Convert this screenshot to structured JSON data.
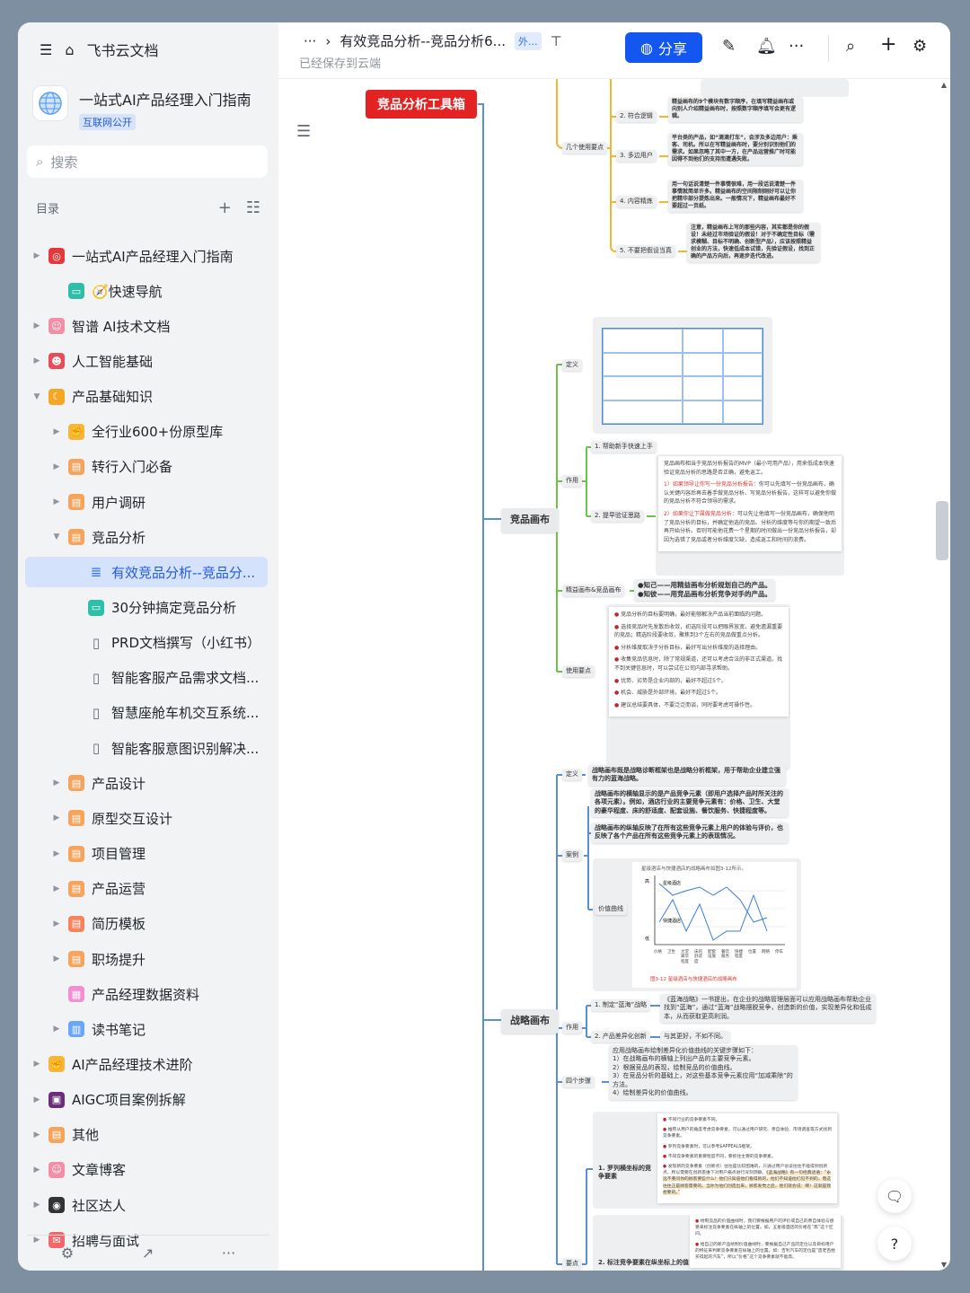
{
  "sidebar": {
    "home_label": "飞书云文档",
    "workspace": {
      "title": "一站式AI产品经理入门指南",
      "badge": "互联网公开"
    },
    "search_placeholder": "搜索",
    "toc_label": "目录",
    "items": [
      {
        "label": "一站式AI产品经理入门指南",
        "level": 0,
        "arrow": "right",
        "icon": "target-icon",
        "color": "#e4393c"
      },
      {
        "label": "🧭快速导航",
        "level": 1,
        "arrow": "none",
        "icon": "board-icon",
        "color": "#2fbfa8"
      },
      {
        "label": "智谱 AI技术文档",
        "level": 0,
        "arrow": "right",
        "icon": "bot-icon",
        "color": "#f28fa6"
      },
      {
        "label": "人工智能基础",
        "level": 0,
        "arrow": "right",
        "icon": "emoji-icon",
        "color": "#e84b5a"
      },
      {
        "label": "产品基础知识",
        "level": 0,
        "arrow": "down",
        "icon": "moon-icon",
        "color": "#f5a623"
      },
      {
        "label": "全行业600+份原型库",
        "level": 1,
        "arrow": "right",
        "icon": "muscle-icon",
        "color": "#f5b63a"
      },
      {
        "label": "转行入门必备",
        "level": 1,
        "arrow": "right",
        "icon": "folder-icon",
        "color": "#f7a35c"
      },
      {
        "label": "用户调研",
        "level": 1,
        "arrow": "right",
        "icon": "folder-icon",
        "color": "#f7a35c"
      },
      {
        "label": "竞品分析",
        "level": 1,
        "arrow": "down",
        "icon": "folder-icon",
        "color": "#f7a35c"
      },
      {
        "label": "有效竞品分析--竞品分...",
        "level": 2,
        "arrow": "none",
        "icon": "doc-icon",
        "color": "#3370ff",
        "selected": true
      },
      {
        "label": "30分钟搞定竞品分析",
        "level": 2,
        "arrow": "none",
        "icon": "board-icon",
        "color": "#2fbfa8"
      },
      {
        "label": "PRD文档撰写（小红书）",
        "level": 2,
        "arrow": "none",
        "icon": "file-icon",
        "color": "#646a73"
      },
      {
        "label": "智能客服产品需求文档...",
        "level": 2,
        "arrow": "none",
        "icon": "pdf-icon",
        "color": "#646a73"
      },
      {
        "label": "智慧座舱车机交互系统...",
        "level": 2,
        "arrow": "none",
        "icon": "pdf-icon",
        "color": "#646a73"
      },
      {
        "label": "智能客服意图识别解决...",
        "level": 2,
        "arrow": "none",
        "icon": "pdf-icon",
        "color": "#646a73"
      },
      {
        "label": "产品设计",
        "level": 1,
        "arrow": "right",
        "icon": "folder-icon",
        "color": "#f7a35c"
      },
      {
        "label": "原型交互设计",
        "level": 1,
        "arrow": "right",
        "icon": "folder-icon",
        "color": "#f7a35c"
      },
      {
        "label": "项目管理",
        "level": 1,
        "arrow": "right",
        "icon": "folder-icon",
        "color": "#f7a35c"
      },
      {
        "label": "产品运营",
        "level": 1,
        "arrow": "right",
        "icon": "folder-icon",
        "color": "#f7a35c"
      },
      {
        "label": "简历模板",
        "level": 1,
        "arrow": "right",
        "icon": "folder-icon",
        "color": "#f7835c"
      },
      {
        "label": "职场提升",
        "level": 1,
        "arrow": "right",
        "icon": "folder-icon",
        "color": "#f7a35c"
      },
      {
        "label": "产品经理数据资料",
        "level": 1,
        "arrow": "none",
        "icon": "grid-icon",
        "color": "#f28fd0"
      },
      {
        "label": "读书笔记",
        "level": 1,
        "arrow": "right",
        "icon": "book-icon",
        "color": "#6aa7f8"
      },
      {
        "label": "AI产品经理技术进阶",
        "level": 0,
        "arrow": "right",
        "icon": "muscle-icon",
        "color": "#f5b63a"
      },
      {
        "label": "AIGC项目案例拆解",
        "level": 0,
        "arrow": "right",
        "icon": "floppy-icon",
        "color": "#6b2c7a"
      },
      {
        "label": "其他",
        "level": 0,
        "arrow": "right",
        "icon": "folder-icon",
        "color": "#f7a35c"
      },
      {
        "label": "文章博客",
        "level": 0,
        "arrow": "right",
        "icon": "bot-icon",
        "color": "#f28fa6"
      },
      {
        "label": "社区达人",
        "level": 0,
        "arrow": "right",
        "icon": "eyes-icon",
        "color": "#333"
      },
      {
        "label": "招聘与面试",
        "level": 0,
        "arrow": "right",
        "icon": "mail-icon",
        "color": "#f2686a"
      }
    ]
  },
  "header": {
    "ellipsis": "···",
    "doc_title": "有效竞品分析--竞品分析6...",
    "external_tag": "外...",
    "saved_status": "已经保存到云端",
    "share_label": "分享"
  },
  "mindmap": {
    "root": "竞品分析工具箱",
    "lean": {
      "usage_label": "几个使用要点",
      "points": [
        {
          "label": "2. 符合逻辑",
          "text": "精益画布的9个模块有数字顺序，在填写精益画布或向别人介绍精益画布时，按照数字顺序填写会更有逻辑。"
        },
        {
          "label": "3. 多边用户",
          "text": "平台类的产品，如“滴滴打车”，会涉及多边用户：乘客、司机。所以在写精益画布时，要分别识别他们的需求。如果忽略了其中一方，在产品运营推广时可能因得不到他们的支持而遭遇失败。"
        },
        {
          "label": "4. 内容精炼",
          "text": "用一句话说清楚一件事情很难，用一段话说清楚一件事情就简单许多。精益画布的空间限制刚好可以让你把精华部分提炼出来。一般情况下，精益画布最好不要超过一页纸。"
        },
        {
          "label": "5. 不要把假设当真",
          "text": "注意，精益画布上写的那些内容，其实都是你的假设！未经过市场验证的假设！对于不确定性目标（需求模糊、目标不明确、创新型产品），应该按照精益创业的方法，快速低成本试错，先验证假设，找到正确的产品方向后，再逐步迭代改进。"
        }
      ]
    },
    "competitive": {
      "label": "竞品画布",
      "define_label": "定义",
      "role_label": "作用",
      "role_items": [
        "1. 帮助新手快速上手",
        "2. 提早验证思路"
      ],
      "role_text": "竞品画布相当于竞品分析报告的MVP（最小可用产品），用来低成本快速验证竞品分析的思路是否正确，避免返工。",
      "role_case1_red": "1）如果领导让你写一份竞品分析报告：",
      "role_case1": "你可以先填写一份竞品画布，确认关键内容后再去着手做竞品分析、写竞品分析报告，这样可以避免你做的竞品分析不符合领导的需求。",
      "role_case2_red": "2）如果你让下属做竞品分析：",
      "role_case2": "可以先让他填写一份竞品画布，确保他明了竞品分析的目标，并确定他选的竞品、分析的维度等与你的期望一致后再开始分析。否则可能他花费一个星期的时间做出一份竞品分析报告，却因为选错了竞品或者分析维度欠缺，造成返工和时间的浪费。",
      "compare_label": "精益画布&竞品画布",
      "compare_lines": [
        "●知己——用精益画布分析规划自己的产品。",
        "●知彼——用竞品画布分析竞争对手的产品。"
      ],
      "usage_label": "使用要点",
      "usage_points": [
        "竞品分析的目标要明确，最好能够解决产品当前面临的问题。",
        "选择竞品时先发散后收敛，初选阶段可以把眼界放宽，避免遗漏重要的竞品；精选阶段要收敛，聚焦到3个左右的竞品做重点分析。",
        "分析维度取决于分析目标，最好写出分析维度的选择理由。",
        "收集竞品信息时，除了常规渠道，还可以考虑合法的非正式渠道。找不到关键信息时，可以尝试在公司内部寻求帮助。",
        "优势、劣势是企业内部的，最好不超过5个。",
        "机会、威胁是外部环境，最好不超过5个。",
        "建议总结要具体，不要泛泛而谈，同时要考虑可操作性。"
      ]
    },
    "strategy": {
      "label": "战略画布",
      "define_label": "定义",
      "define_text": "战略画布既是战略诊断框架也是战略分析框架，用于帮助企业建立强有力的蓝海战略。",
      "case_label": "案例",
      "case_texts": [
        "战略画布的横轴显示的是产品竞争元素（即用户选择产品时所关注的各项元素）。例如，酒店行业的主要竞争元素有：价格、卫生、大堂的豪华程度、床的舒适度、配套设施、餐饮服务、快捷程度等。",
        "战略画布的纵轴反映了在所有这些竞争元素上用户的体验与评价，也反映了各个产品在所有这些竞争元素上的表现情况。"
      ],
      "value_curve_label": "价值曲线",
      "chart_caption": "星级酒店与快捷酒店的战略画布如图3-12所示。",
      "chart_title": "图3-12 星级酒店与快捷酒店的战略画布",
      "chart_ylabels": [
        "高",
        "低"
      ],
      "chart_xlabels": [
        "价格",
        "卫生",
        "大堂豪华程度",
        "床的舒适度",
        "配套设施",
        "餐饮服务",
        "快捷程度",
        "位置",
        "网络",
        "停车"
      ],
      "chart_legend": [
        "星级酒店",
        "快捷酒店"
      ],
      "role_label": "作用",
      "role_items": [
        {
          "label": "1. 制定“蓝海”战略",
          "text": "《蓝海战略》一书提出，在企业的战略管理层面可以应用战略画布帮助企业找到“蓝海”，通过“蓝海”战略摆脱竞争，创造新的价值，实现差异化和低成本，从而获取更高利润。"
        },
        {
          "label": "2. 产品差异化创新",
          "text": "与其更好，不如不同。"
        }
      ],
      "steps_label": "四个步骤",
      "steps_text": [
        "应用战略画布绘制差异化价值曲线的关键步骤如下：",
        "1）在战略画布的横轴上列出产品的主要竞争元素。",
        "2）根据竞品的表现，绘制竞品的价值曲线。",
        "3）在竞品分析的基础上，对这些基本竞争元素应用“加减乘除”的方法。",
        "4）绘制差异化的价值曲线。"
      ],
      "key_label": "要点",
      "key_items": [
        {
          "label": "1. 罗列横坐标的竞争要素",
          "points": [
            "不同行业的竞争要素不同。",
            "推荐从用户的角度考虑竞争要素，可以通过用户研究、亲自体验、市场调查等方式找到竞争要素。",
            "罗列竞争要素时，可以参考$APPEALS框架。",
            "不同竞争要素的重要程度不同，要抓住主要的竞争要素。",
            "发现新的竞争要素（创新点）往往是比较困难的，只通过用户访谈往往不能得到创新点，所以需要在创新思维下对用户痛点进行深刻洞察。"
          ],
          "highlight": "《蓝海战略》有一句经典话语：“永远不要问你的顾客要些什么！他们只知道他们看得到的，他们不知道他们见不到的，而这往往正是顾客需要的。当你为他们创造出来，顾客发觉之后，他们就会说：啊！这就是我想要的。”"
        },
        {
          "label": "2. 标注竞争要素在纵坐标上的值",
          "points": [
            "绘制竞品的价值曲线时，我们要根据用户的评价或自己的亲自体验与感受来标注竞争要素在纵轴上的位置。如，五星级酒店的价格在“高”这个区间。",
            "给自己的新产品绘制价值曲线时，要根据自己产品的定位以及目标用户的特征来判断竞争要素在纵轴上的位置。如：吉利汽车的定位是“造老百姓买得起的汽车”，所以“价格”这个竞争要素就不能高。"
          ]
        }
      ]
    }
  }
}
